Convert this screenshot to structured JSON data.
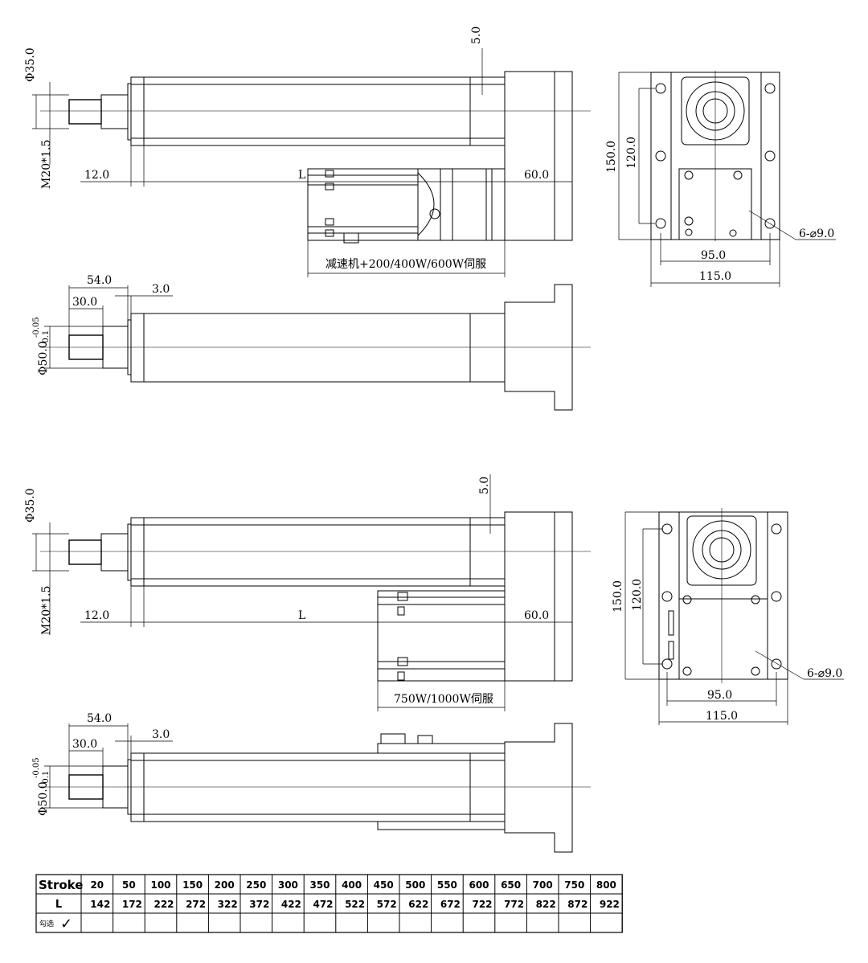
{
  "views": {
    "top": {
      "dia_shaft": "Φ35.0",
      "thread": "M20*1.5",
      "dim_12": "12.0",
      "dim_L": "L",
      "dim_60": "60.0",
      "dim_5": "5.0",
      "motor_note": "减速机+200/400W/600W伺服"
    },
    "top_end": {
      "d150": "150.0",
      "d120": "120.0",
      "d95": "95.0",
      "d115": "115.0",
      "holes": "6-⌀9.0"
    },
    "second": {
      "d54": "54.0",
      "d30": "30.0",
      "d3": "3.0",
      "dia50": "Φ50.0",
      "tol_upper": "-0.05",
      "tol_lower": "-0.1"
    },
    "third": {
      "dia_shaft": "Φ35.0",
      "thread": "M20*1.5",
      "dim_12": "12.0",
      "dim_L": "L",
      "dim_60": "60.0",
      "dim_5": "5.0",
      "motor_note": "750W/1000W伺服"
    },
    "third_end": {
      "d150": "150.0",
      "d120": "120.0",
      "d95": "95.0",
      "d115": "115.0",
      "holes": "6-⌀9.0"
    },
    "fourth": {
      "d54": "54.0",
      "d30": "30.0",
      "d3": "3.0",
      "dia50": "Φ50.0",
      "tol_upper": "-0.05",
      "tol_lower": "-0.1"
    }
  },
  "table": {
    "row_labels": [
      "Stroke",
      "L",
      "勾选"
    ],
    "check_mark": "✓",
    "stroke": [
      "20",
      "50",
      "100",
      "150",
      "200",
      "250",
      "300",
      "350",
      "400",
      "450",
      "500",
      "550",
      "600",
      "650",
      "700",
      "750",
      "800"
    ],
    "L": [
      "142",
      "172",
      "222",
      "272",
      "322",
      "372",
      "422",
      "472",
      "522",
      "572",
      "622",
      "672",
      "722",
      "772",
      "822",
      "872",
      "922"
    ]
  }
}
